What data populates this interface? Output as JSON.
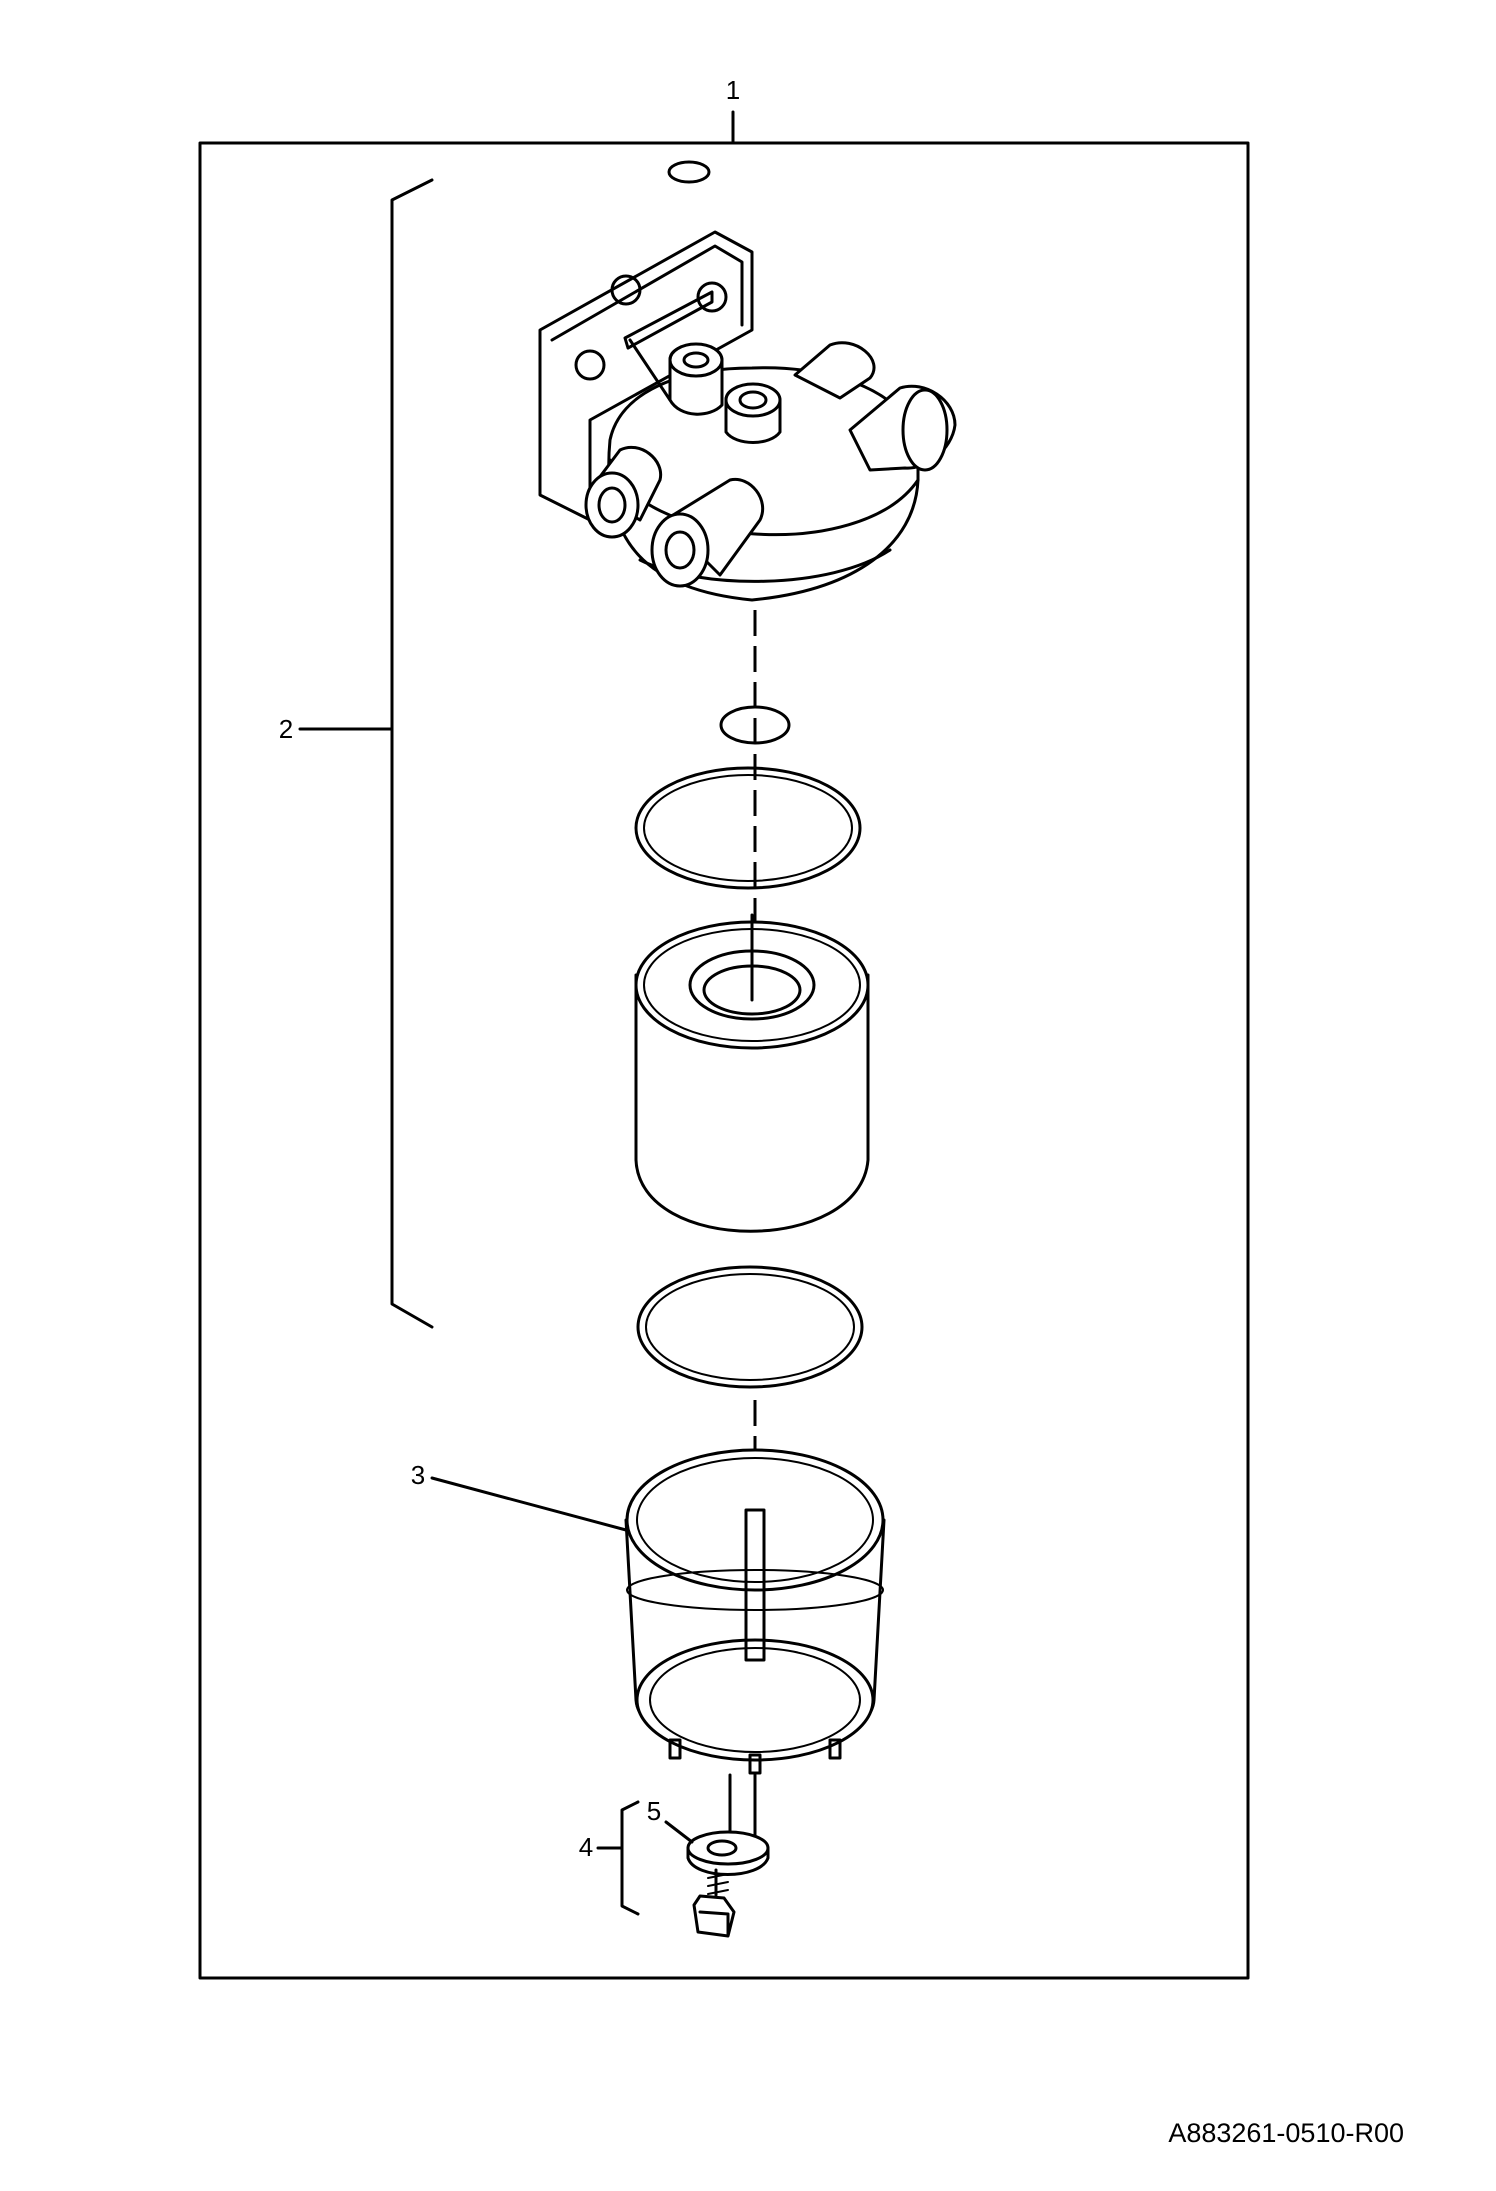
{
  "drawing": {
    "callouts": {
      "c1": "1",
      "c2": "2",
      "c3": "3",
      "c4": "4",
      "c5": "5"
    },
    "document_id": "A883261-0510-R00"
  }
}
